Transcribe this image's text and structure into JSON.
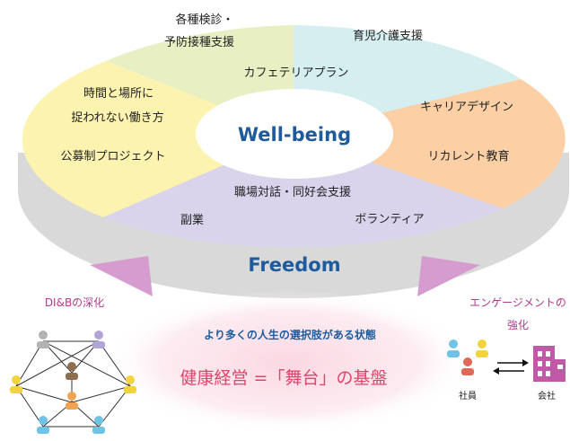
{
  "center": {
    "title": "Well-being"
  },
  "base_label": "Freedom",
  "segments": [
    {
      "lines": [
        "各種検診・",
        "予防接種支援",
        "カフェテリアプラン"
      ]
    },
    {
      "lines": [
        "育児介護支援"
      ]
    },
    {
      "lines": [
        "キャリアデザイン",
        "リカレント教育"
      ]
    },
    {
      "lines": [
        "職場対話・同好会支援",
        "副業",
        "ボランティア"
      ]
    },
    {
      "lines": [
        "時間と場所に",
        "捉われない働き方",
        "公募制プロジェクト"
      ]
    }
  ],
  "left_group": {
    "title": "DI&Bの深化"
  },
  "right_group": {
    "title_lines": [
      "エンゲージメントの",
      "強化"
    ],
    "employees_label": "社員",
    "company_label": "会社"
  },
  "bottom": {
    "subtitle": "より多くの人生の選択肢がある状態",
    "main": "健康経営 =「舞台」の基盤"
  },
  "colors": {
    "yellow_green": "#e8efc2",
    "light_blue": "#d5eef0",
    "orange": "#fcd0a4",
    "lavender": "#d9d3ec",
    "yellow": "#fdf3b0",
    "side": "#d9d9d9",
    "ellipse_center": "#ffffff",
    "title_blue": "#1d5b9c",
    "pink_text": "#e0436b",
    "arrow_pink": "#d79ccf",
    "bottom_glow": "#fbd7e2",
    "person_gray": "#b3b3b3",
    "person_purple": "#b2a4d6",
    "person_brown": "#8d6e4e",
    "person_yellow": "#f2d33c",
    "person_orange": "#f0a452",
    "person_blue": "#6ec3e6",
    "person_green": "#7ec96a",
    "person_red": "#e06855",
    "building": "#c05aa6"
  },
  "icons": [
    "person-icon",
    "building-icon",
    "exchange-arrows-icon"
  ]
}
